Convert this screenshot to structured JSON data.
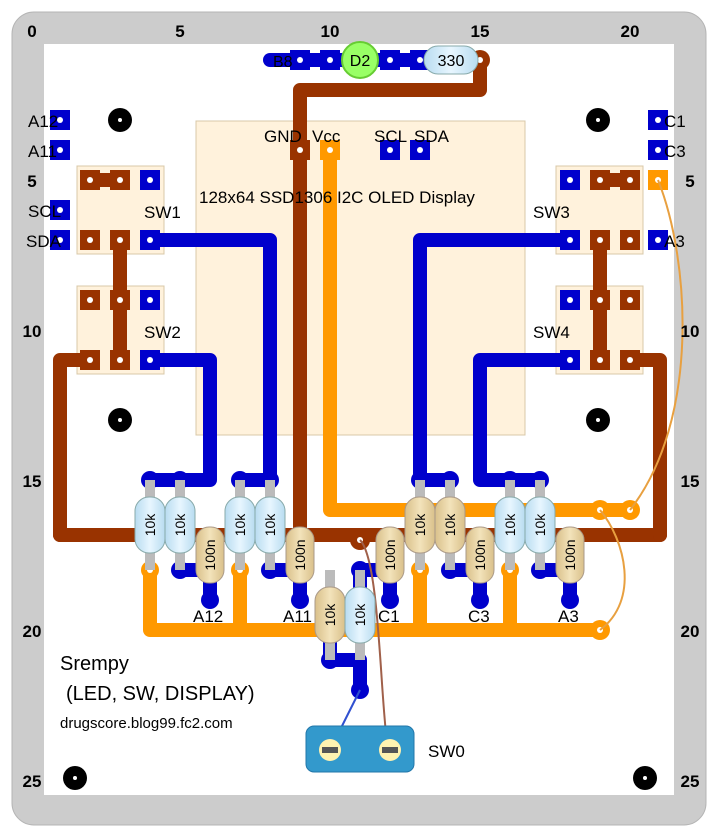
{
  "axis": {
    "top": [
      "0",
      "5",
      "10",
      "15",
      "20"
    ],
    "left": [
      "5",
      "10",
      "15",
      "20",
      "25"
    ],
    "right": [
      "5",
      "10",
      "15",
      "20",
      "25"
    ]
  },
  "display": {
    "title": "128x64 SSD1306 I2C OLED Display",
    "pin_gnd": "GND",
    "pin_vcc": "Vcc",
    "pin_scl": "SCL",
    "pin_sda": "SDA"
  },
  "top_row": {
    "b8": "B8",
    "led": "D2",
    "resistor": "330"
  },
  "left_labels": {
    "a12": "A12",
    "a11": "A11",
    "scl": "SCL",
    "sda": "SDA"
  },
  "right_labels": {
    "c1": "C1",
    "c3": "C3",
    "a3": "A3"
  },
  "switches": {
    "sw1": "SW1",
    "sw2": "SW2",
    "sw3": "SW3",
    "sw4": "SW4",
    "sw0": "SW0"
  },
  "components": {
    "pullup": "10k",
    "cap": "100n"
  },
  "bottom_labels": {
    "a12": "A12",
    "a11": "A11",
    "c1": "C1",
    "c3": "C3",
    "a3": "A3"
  },
  "info": {
    "name": "Srempy",
    "subtitle": "(LED, SW, DISPLAY)",
    "url": "drugscore.blog99.fc2.com"
  },
  "colors": {
    "brown": "#993300",
    "orange": "#ff9900",
    "blue": "#0000cc",
    "frame": "#cccccc",
    "module": "#fff2dc",
    "led": "#99ff66"
  }
}
